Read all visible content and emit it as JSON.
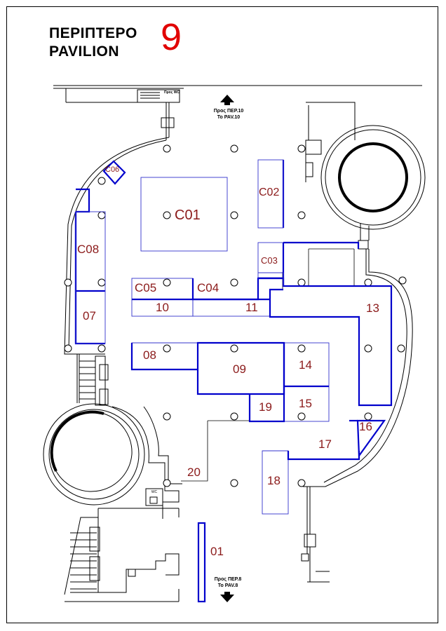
{
  "header": {
    "title_greek": "ΠΕΡΙΠΤΕΡΟ",
    "title_english": "PAVILION",
    "pavilion_number": "9"
  },
  "directions": {
    "top_greek": "Προς ΠΕΡ.10",
    "top_english": "To PAV.10",
    "bottom_greek": "Προς ΠΕΡ.8",
    "bottom_english": "To PAV.8",
    "wc_top": "Προς WC",
    "wc_label": "WC"
  },
  "stands": [
    {
      "id": "C01",
      "label": "C01"
    },
    {
      "id": "C02",
      "label": "C02"
    },
    {
      "id": "C03",
      "label": "C03"
    },
    {
      "id": "C04",
      "label": "C04"
    },
    {
      "id": "C05",
      "label": "C05"
    },
    {
      "id": "C06",
      "label": "C06"
    },
    {
      "id": "C08",
      "label": "C08"
    },
    {
      "id": "01",
      "label": "01"
    },
    {
      "id": "07",
      "label": "07"
    },
    {
      "id": "08",
      "label": "08"
    },
    {
      "id": "09",
      "label": "09"
    },
    {
      "id": "10",
      "label": "10"
    },
    {
      "id": "11",
      "label": "11"
    },
    {
      "id": "13",
      "label": "13"
    },
    {
      "id": "14",
      "label": "14"
    },
    {
      "id": "15",
      "label": "15"
    },
    {
      "id": "16",
      "label": "16"
    },
    {
      "id": "17",
      "label": "17"
    },
    {
      "id": "18",
      "label": "18"
    },
    {
      "id": "19",
      "label": "19"
    },
    {
      "id": "20",
      "label": "20"
    }
  ],
  "colors": {
    "stand_outline_highlight": "#0000cc",
    "stand_outline_thin": "#3333cc",
    "stand_label": "#8b1a1a",
    "pavilion_number": "#e10000",
    "walls": "#000000"
  }
}
